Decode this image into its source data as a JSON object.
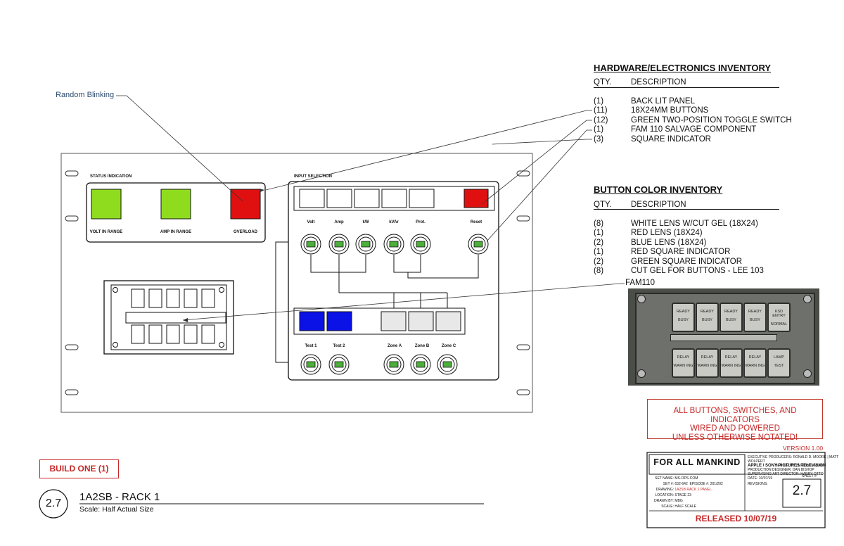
{
  "callout": {
    "random_blinking": "Random Blinking",
    "fam110": "FAM110"
  },
  "rack": {
    "status_title": "STATUS INDICATION",
    "input_title": "INPUT SELECTION",
    "indicators": [
      "VOLT IN RANGE",
      "AMP IN RANGE",
      "OVERLOAD"
    ],
    "switch_labels_top": [
      "Volt",
      "Amp",
      "kW",
      "kVAr",
      "Prot.",
      "Reset"
    ],
    "switch_labels_bottom": [
      "Test 1",
      "Test 2",
      "Zone A",
      "Zone B",
      "Zone C"
    ],
    "colors": {
      "green": "#8fdc1f",
      "red": "#e01010",
      "blue": "#0a12e6",
      "gray": "#e6e6e6"
    }
  },
  "hardware_inventory": {
    "title": "HARDWARE/ELECTRONICS INVENTORY",
    "qty_header": "QTY.",
    "desc_header": "DESCRIPTION",
    "items": [
      {
        "qty": "(1)",
        "desc": "BACK LIT PANEL"
      },
      {
        "qty": "(11)",
        "desc": "18X24MM BUTTONS"
      },
      {
        "qty": "(12)",
        "desc": "GREEN TWO-POSITION TOGGLE SWITCH"
      },
      {
        "qty": "(1)",
        "desc": "FAM 110 SALVAGE COMPONENT"
      },
      {
        "qty": "(3)",
        "desc": "SQUARE INDICATOR"
      }
    ]
  },
  "button_inventory": {
    "title": "BUTTON COLOR INVENTORY",
    "qty_header": "QTY.",
    "desc_header": "DESCRIPTION",
    "items": [
      {
        "qty": "(8)",
        "desc": "WHITE LENS W/CUT GEL (18X24)"
      },
      {
        "qty": "(1)",
        "desc": "RED LENS (18X24)"
      },
      {
        "qty": "(2)",
        "desc": "BLUE LENS (18X24)"
      },
      {
        "qty": "(1)",
        "desc": "RED SQUARE INDICATOR"
      },
      {
        "qty": "(2)",
        "desc": "GREEN SQUARE INDICATOR"
      },
      {
        "qty": "(8)",
        "desc": "CUT GEL FOR BUTTONS - LEE 103"
      }
    ]
  },
  "photo": {
    "top_buttons": [
      [
        "READY",
        "BUSY"
      ],
      [
        "READY",
        "BUSY"
      ],
      [
        "READY",
        "BUSY"
      ],
      [
        "READY",
        "BUSY"
      ],
      [
        "KSD ENTRY",
        "NORMAL"
      ]
    ],
    "bottom_buttons": [
      [
        "RELAY",
        "WARN ING"
      ],
      [
        "RELAY",
        "WARN ING"
      ],
      [
        "RELAY",
        "WARN ING"
      ],
      [
        "RELAY",
        "WARN ING"
      ],
      [
        "LAMP",
        "TEST"
      ]
    ]
  },
  "notice": {
    "line1": "ALL BUTTONS, SWITCHES, AND INDICATORS",
    "line2": "WIRED AND POWERED",
    "line3": "UNLESS OTHERWISE NOTATED!"
  },
  "version": "VERSION 1.00",
  "build": "BUILD ONE (1)",
  "sheet_ref": {
    "number": "2.7",
    "title": "1A2SB - RACK 1",
    "scale": "Scale: Half Actual Size"
  },
  "title_block": {
    "show": "FOR ALL MANKIND",
    "credits1": "EXECUTIVE PRODUCERS:  RONALD D. MOORE | MATT WOLPERT",
    "credits2": "BEN NEDIVI | MARIBEL EKPE",
    "studio": "APPLE  /  SONY PICTURES TELEVISION",
    "designer": "PRODUCTION DESIGNER: DAN BISHOP",
    "art_director": "SUPERVISING ART DIRECTOR: HARRY OTTO",
    "set_name_label": "SET NAME:",
    "set_name": "MS-OPS-COM",
    "set_label": "SET #:",
    "set": "632-642",
    "episode_label": "EPISODE #:",
    "episode": "201/202",
    "drawing_label": "DRAWING:",
    "drawing": "1A2SB RACK 1 PANEL",
    "location_label": "LOCATION:",
    "location": "STAGE 23",
    "drawn_label": "DRAWN BY:",
    "drawn": "MBG",
    "scale_label": "SCALE:",
    "scale": "HALF SCALE",
    "date": "DATE: 10/07/19",
    "revisions": "REVISIONS:",
    "sheet_label": "SHEET #:",
    "sheet": "2.7",
    "released": "RELEASED 10/07/19"
  }
}
